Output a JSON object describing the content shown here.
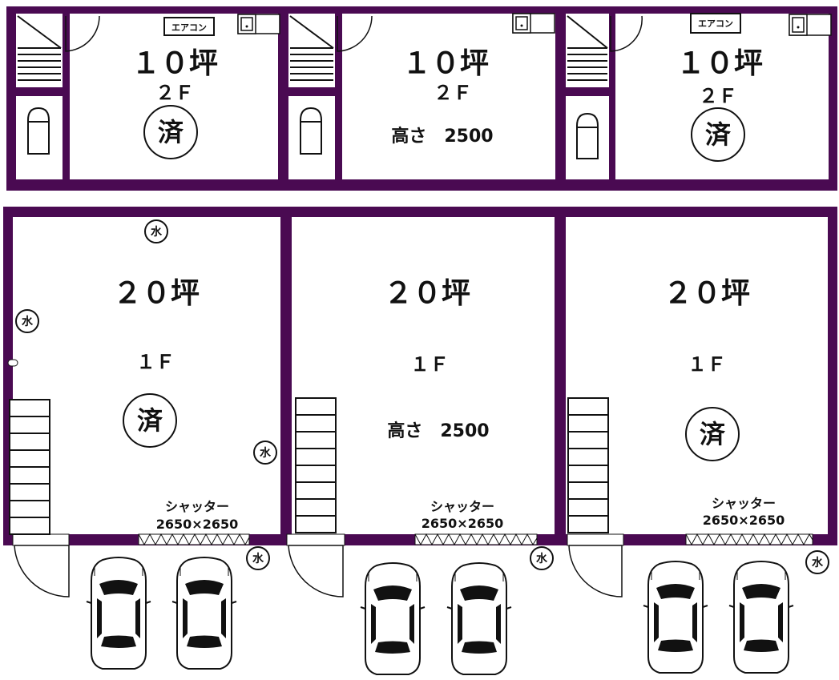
{
  "colors": {
    "wall": "#4a0a52",
    "line": "#111111",
    "fill": "#ffffff"
  },
  "upper_floor": {
    "units": [
      {
        "area": "１０坪",
        "floor": "２Ｆ",
        "status": "済",
        "aircon": "エアコン",
        "height": ""
      },
      {
        "area": "１０坪",
        "floor": "２Ｆ",
        "status": "",
        "aircon": "",
        "height": "高さ　2500"
      },
      {
        "area": "１０坪",
        "floor": "２Ｆ",
        "status": "済",
        "aircon": "エアコン",
        "height": ""
      }
    ]
  },
  "ground_floor": {
    "units": [
      {
        "area": "２０坪",
        "floor": "１Ｆ",
        "status": "済",
        "height": "",
        "shutter_label": "シャッター",
        "shutter_size": "2650×2650"
      },
      {
        "area": "２０坪",
        "floor": "１Ｆ",
        "status": "",
        "height": "高さ　2500",
        "shutter_label": "シャッター",
        "shutter_size": "2650×2650"
      },
      {
        "area": "２０坪",
        "floor": "１Ｆ",
        "status": "済",
        "height": "",
        "shutter_label": "シャッター",
        "shutter_size": "2650×2650"
      }
    ]
  },
  "water_symbol": "水",
  "icons": [
    "stairs-icon",
    "toilet-icon",
    "sink-icon",
    "door-swing-icon",
    "car-icon",
    "water-tap-icon"
  ]
}
